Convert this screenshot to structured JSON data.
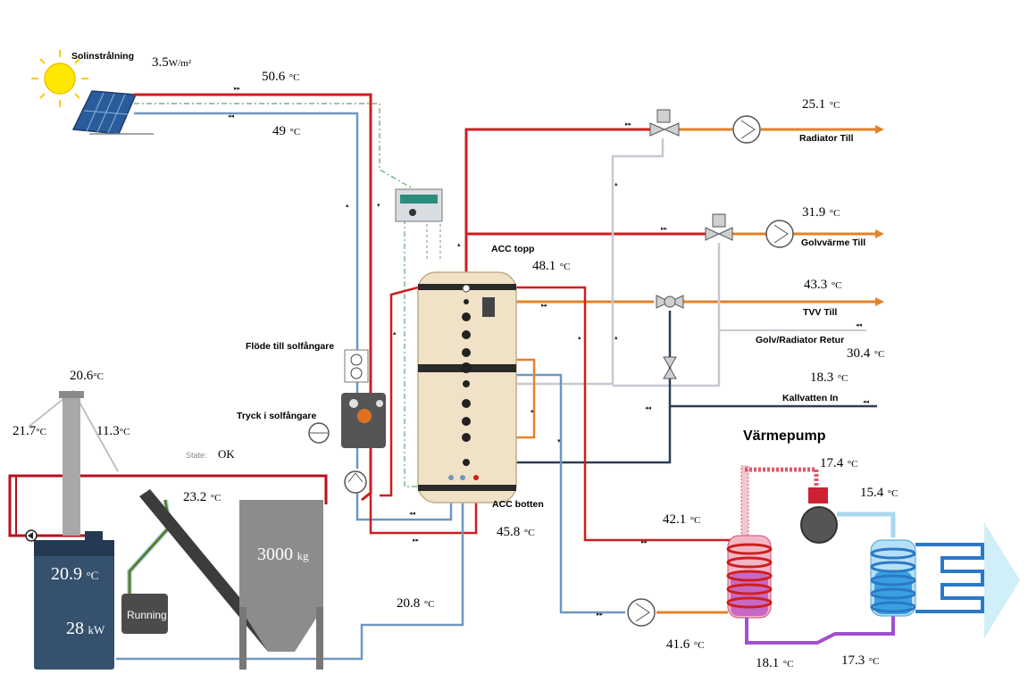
{
  "solar": {
    "label": "Solinstrålning",
    "radiation_value": "3.5",
    "radiation_unit": "W/m²",
    "supply_temp": "50.6",
    "return_temp": "49"
  },
  "unit_c": "°C",
  "labels": {
    "flow_to_collector": "Flöde till solfångare",
    "pressure_in_collector": "Tryck i solfångare",
    "acc_top": "ACC topp",
    "acc_bottom": "ACC botten",
    "radiator_supply": "Radiator Till",
    "floor_heating_supply": "Golvvärme Till",
    "dhw_supply": "TVV Till",
    "floor_radiator_return": "Golv/Radiator Retur",
    "cold_water_in": "Kallvatten In",
    "heat_pump": "Värmepump",
    "state_label": "State:",
    "state_value": "OK",
    "running": "Running"
  },
  "temps": {
    "acc_top": "48.1",
    "acc_bottom": "45.8",
    "radiator_supply": "25.1",
    "floor_heating_supply": "31.9",
    "dhw_supply": "43.3",
    "floor_radiator_return": "30.4",
    "cold_water_in": "18.3",
    "chimney_top": "20.6",
    "chimney_left": "21.7",
    "chimney_right": "11.3",
    "auger": "23.2",
    "boiler": "20.9",
    "boiler_return": "20.8",
    "hp_to_condenser": "42.1",
    "hp_compressor_in": "17.4",
    "hp_compressor_out": "15.4",
    "hp_return_pump": "41.6",
    "hp_bottom_1": "18.1",
    "hp_bottom_2": "17.3"
  },
  "boiler": {
    "power_value": "28",
    "power_unit": "kW"
  },
  "silo": {
    "mass_value": "3000",
    "mass_unit": "kg"
  },
  "colors": {
    "hot": "#cc1f1f",
    "cold": "#6f97bf",
    "warm": "#e2832a",
    "dark": "#2c3e55",
    "grey": "#c8c8d4"
  }
}
